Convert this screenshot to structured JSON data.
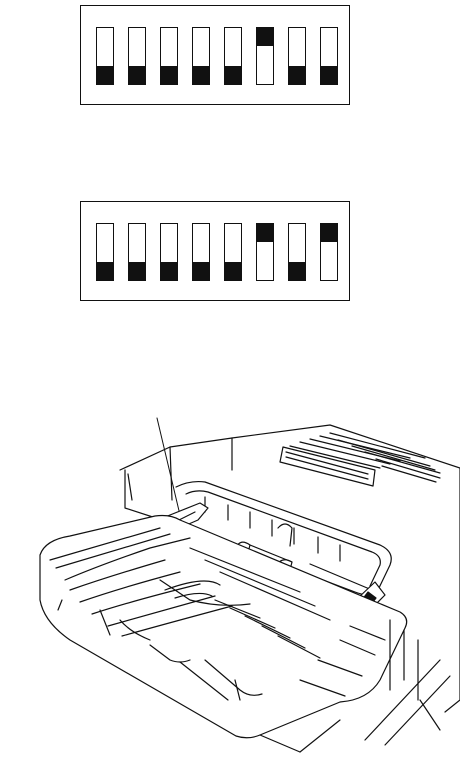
{
  "dip_switch_panels": [
    {
      "id": "dip-top",
      "switches": [
        "down",
        "down",
        "down",
        "down",
        "down",
        "up",
        "down",
        "down"
      ]
    },
    {
      "id": "dip-bottom",
      "switches": [
        "down",
        "down",
        "down",
        "down",
        "down",
        "up",
        "down",
        "up"
      ]
    }
  ],
  "colors": {
    "line": "#111111",
    "fill": "#ffffff"
  },
  "illustration": {
    "subject": "printer-paper-tray",
    "has_callout_leader": true
  }
}
